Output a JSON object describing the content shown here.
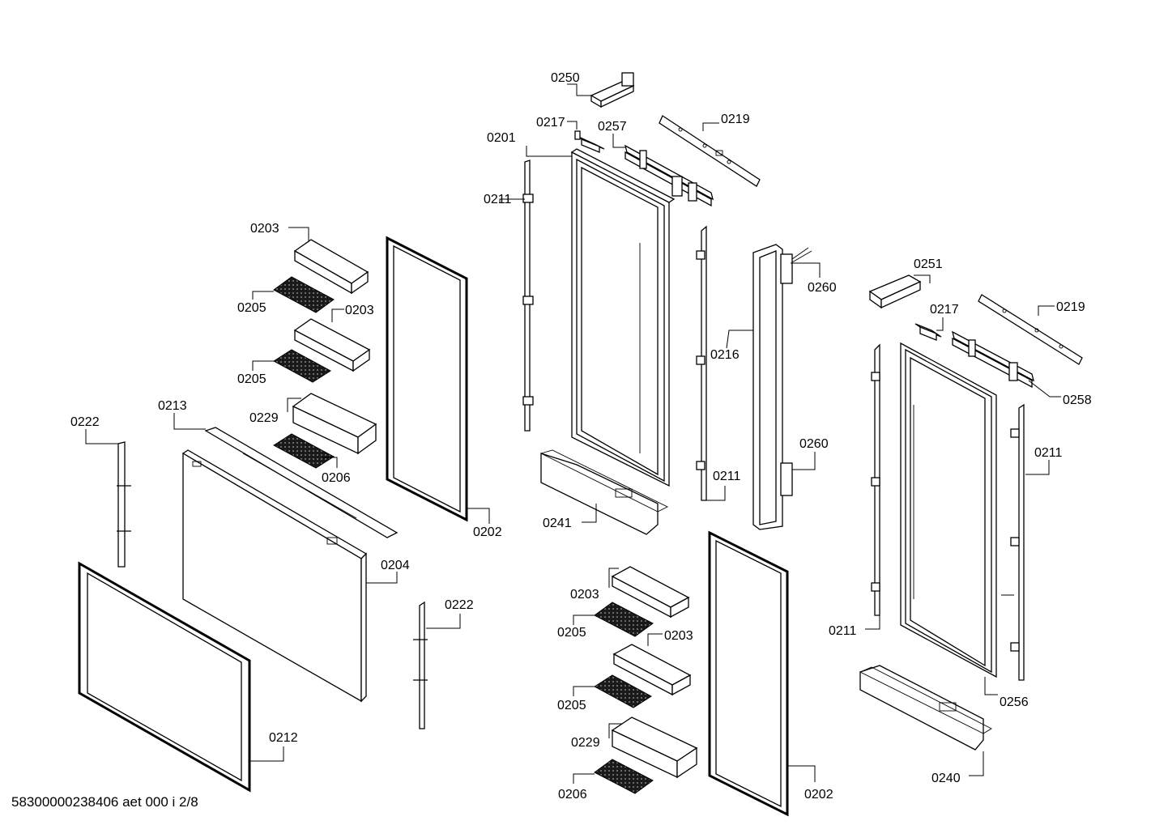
{
  "footer": {
    "document_id": "58300000238406 aet 000 i 2/8"
  },
  "labels": {
    "l_0250": "0250",
    "l_0217a": "0217",
    "l_0257": "0257",
    "l_0219a": "0219",
    "l_0201": "0201",
    "l_0211a": "0211",
    "l_0203a": "0203",
    "l_0205a": "0205",
    "l_0203b": "0203",
    "l_0205b": "0205",
    "l_0229a": "0229",
    "l_0206a": "0206",
    "l_0213": "0213",
    "l_0222a": "0222",
    "l_0202a": "0202",
    "l_0204": "0204",
    "l_0222b": "0222",
    "l_0212": "0212",
    "l_0260a": "0260",
    "l_0216": "0216",
    "l_0260b": "0260",
    "l_0211b": "0211",
    "l_0241": "0241",
    "l_0251": "0251",
    "l_0217b": "0217",
    "l_0219b": "0219",
    "l_0258": "0258",
    "l_0211c": "0211",
    "l_0211d": "0211",
    "l_0256": "0256",
    "l_0240": "0240",
    "l_0203c": "0203",
    "l_0205c": "0205",
    "l_0203d": "0203",
    "l_0205d": "0205",
    "l_0229b": "0229",
    "l_0206b": "0206",
    "l_0202b": "0202"
  }
}
